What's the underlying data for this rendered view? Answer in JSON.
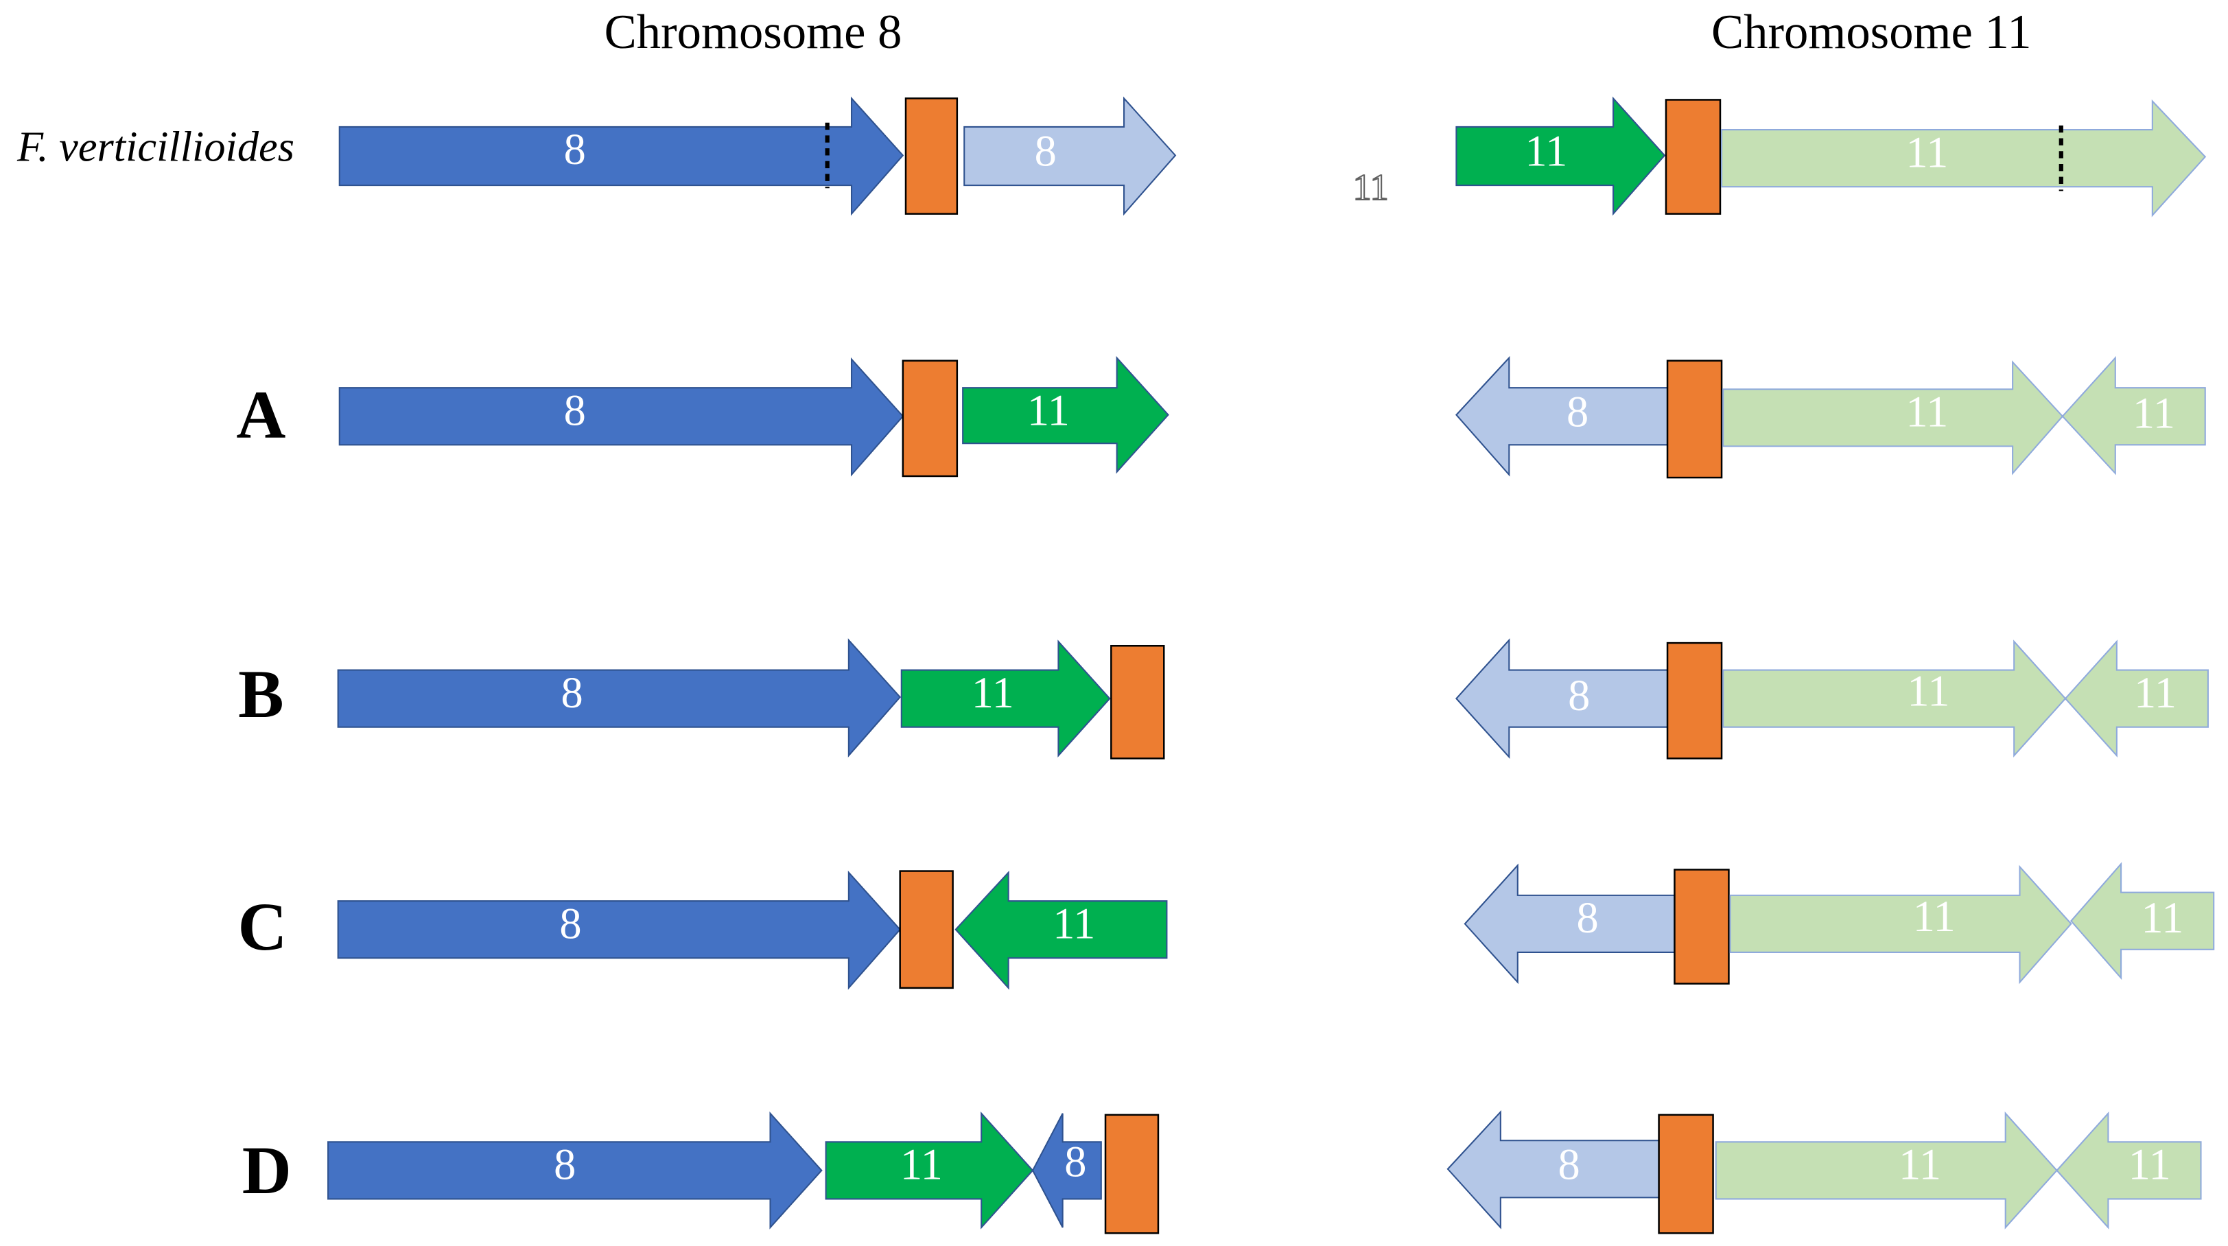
{
  "headers": {
    "chr8": "Chromosome 8",
    "chr11": "Chromosome 11"
  },
  "species_label": "F. verticillioides",
  "stray_label": "11",
  "row_letters": [
    "A",
    "B",
    "C",
    "D"
  ],
  "colors": {
    "chr8_dark": "#4472C4",
    "chr8_light": "#B4C7E7",
    "chr11_dark": "#00B050",
    "chr11_light": "#C5E0B4",
    "centromere": "#ED7D31"
  },
  "rows": [
    {
      "id": "reference",
      "chr8": [
        "8",
        "8"
      ],
      "chr11": [
        "11",
        "11"
      ]
    },
    {
      "id": "A",
      "chr8": [
        "8",
        "11"
      ],
      "chr11": [
        "8",
        "11",
        "11"
      ]
    },
    {
      "id": "B",
      "chr8": [
        "8",
        "11"
      ],
      "chr11": [
        "8",
        "11",
        "11"
      ]
    },
    {
      "id": "C",
      "chr8": [
        "8",
        "11"
      ],
      "chr11": [
        "8",
        "11",
        "11"
      ]
    },
    {
      "id": "D",
      "chr8": [
        "8",
        "11",
        "8"
      ],
      "chr11": [
        "8",
        "11",
        "11"
      ]
    }
  ]
}
